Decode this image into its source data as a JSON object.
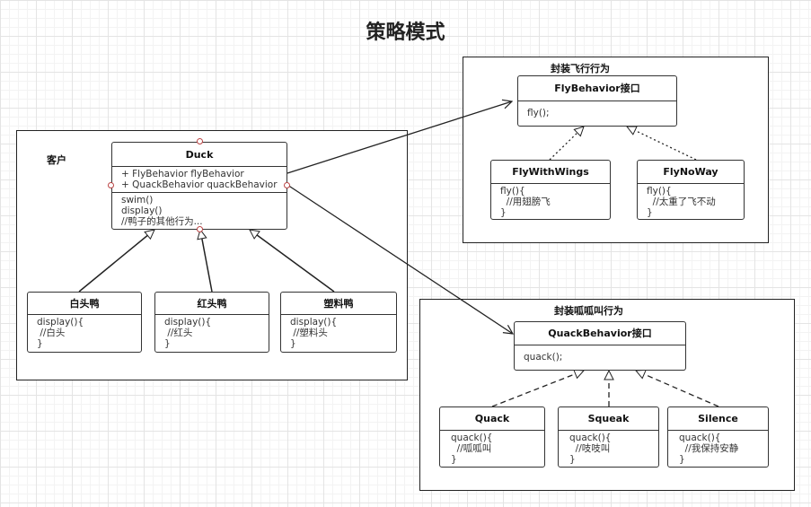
{
  "title": "策略模式",
  "client": {
    "label": "客户",
    "duck": {
      "name": "Duck",
      "fields": [
        "+ FlyBehavior flyBehavior",
        "+ QuackBehavior quackBehavior"
      ],
      "methods": [
        "swim()",
        "display()",
        "//鸭子的其他行为..."
      ]
    },
    "subclasses": [
      {
        "name": "白头鸭",
        "lines": [
          "display(){",
          " //白头",
          "}"
        ]
      },
      {
        "name": "红头鸭",
        "lines": [
          "display(){",
          " //红头",
          "}"
        ]
      },
      {
        "name": "塑料鸭",
        "lines": [
          "display(){",
          " //塑料头",
          "}"
        ]
      }
    ]
  },
  "fly_group": {
    "label": "封装飞行行为",
    "interface": {
      "name": "FlyBehavior接口",
      "lines": [
        "fly();"
      ]
    },
    "impls": [
      {
        "name": "FlyWithWings",
        "lines": [
          "fly(){",
          "  //用翅膀飞",
          "}"
        ]
      },
      {
        "name": "FlyNoWay",
        "lines": [
          "fly(){",
          "  //太重了飞不动",
          "}"
        ]
      }
    ]
  },
  "quack_group": {
    "label": "封装呱呱叫行为",
    "interface": {
      "name": "QuackBehavior接口",
      "lines": [
        "quack();"
      ]
    },
    "impls": [
      {
        "name": "Quack",
        "lines": [
          "quack(){",
          "  //呱呱叫",
          "}"
        ]
      },
      {
        "name": "Squeak",
        "lines": [
          "quack(){",
          "  //吱吱叫",
          "}"
        ]
      },
      {
        "name": "Silence",
        "lines": [
          "quack(){",
          "  //我保持安静",
          "}"
        ]
      }
    ]
  }
}
